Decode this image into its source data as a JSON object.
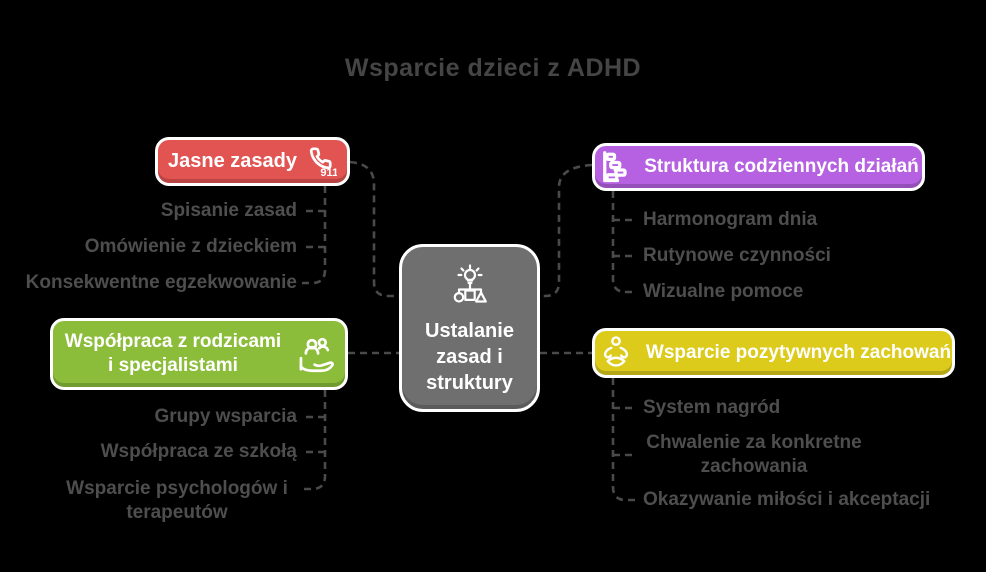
{
  "title": "Wsparcie dzieci z ADHD",
  "colors": {
    "background": "#000000",
    "red": "#E15452",
    "purple": "#B561E1",
    "green": "#8CBD3A",
    "yellow": "#DCCB1B",
    "gray": "#6F6F6F",
    "node_border": "#FFFFFF",
    "node_text": "#FFFFFF",
    "title_text": "#454545",
    "subitem_text": "#4E4E4E",
    "connector": "#4A4A4A"
  },
  "center": {
    "label": "Ustalanie zasad i struktury",
    "icon": "idea-structure-icon",
    "color": "#6F6F6F"
  },
  "branches": [
    {
      "label": "Jasne zasady",
      "icon": "emergency-phone-911-icon",
      "icon_text": "911",
      "color": "#E15452",
      "items": [
        "Spisanie zasad",
        "Omówienie z dzieckiem",
        "Konsekwentne egzekwowanie"
      ]
    },
    {
      "label": "Struktura codziennych działań",
      "icon": "gantt-chart-icon",
      "color": "#B561E1",
      "items": [
        "Harmonogram dnia",
        "Rutynowe czynności",
        "Wizualne pomoce"
      ]
    },
    {
      "label": "Współpraca z rodzicami i specjalistami",
      "icon": "care-hand-icon",
      "color": "#8CBD3A",
      "items": [
        "Grupy wsparcia",
        "Współpraca ze szkołą",
        "Wsparcie psychologów i terapeutów"
      ]
    },
    {
      "label": "Wsparcie pozytywnych zachowań",
      "icon": "meditation-icon",
      "color": "#DCCB1B",
      "items": [
        "System nagród",
        "Chwalenie za konkretne zachowania",
        "Okazywanie miłości i akceptacji"
      ]
    }
  ]
}
